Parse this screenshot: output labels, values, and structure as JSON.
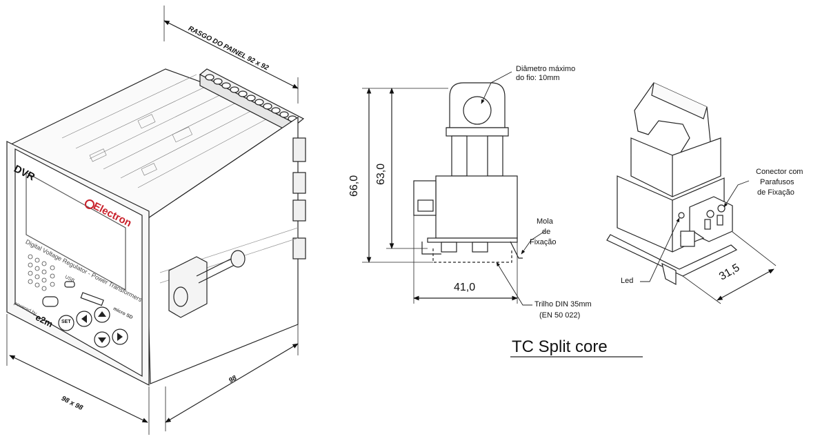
{
  "device": {
    "model_label": "DVR",
    "brand_label": "Electron",
    "description": "Digital Voltage Regulator - Power Transformers",
    "powered_by": "powered by",
    "powered_brand": "e2m",
    "set_label": "SET",
    "usb_label": "USB",
    "sd_label": "micro SD"
  },
  "dimensions": {
    "panel_cutout": "RASGO DO PAINEL 92 x 92",
    "front_size": "98 x 98",
    "depth": "98",
    "tc_height_total": "66,0",
    "tc_height_inner": "63,0",
    "tc_width": "41,0",
    "tc_side_depth": "31,5"
  },
  "callouts": {
    "wire_diameter_l1": "Diâmetro máximo",
    "wire_diameter_l2": "do fio: 10mm",
    "spring_l1": "Mola",
    "spring_l2": "de",
    "spring_l3": "Fixação",
    "din_rail_l1": "Trilho DIN 35mm",
    "din_rail_l2": "(EN 50 022)",
    "connector_l1": "Conector com",
    "connector_l2": "Parafusos",
    "connector_l3": "de Fixação",
    "led": "Led"
  },
  "caption": "TC Split core"
}
